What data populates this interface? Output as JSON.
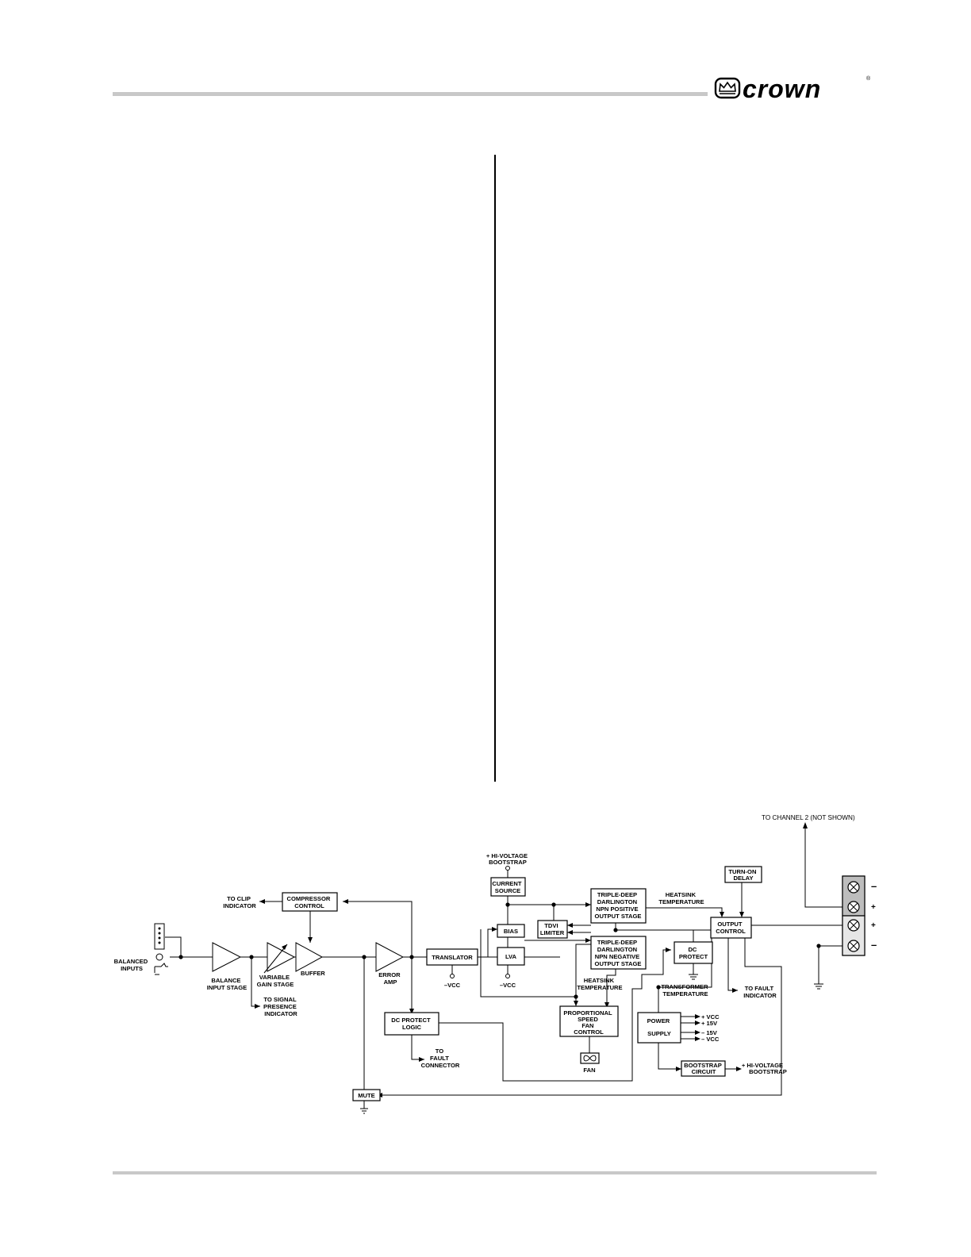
{
  "header": {
    "brand": "crown",
    "registered_mark": "®"
  },
  "diagram": {
    "to_channel2": "TO CHANNEL 2 (NOT SHOWN)",
    "hv_bootstrap_top": [
      "+ HI-VOLTAGE",
      "BOOTSTRAP"
    ],
    "current_source": [
      "CURRENT",
      "SOURCE"
    ],
    "compressor_control": [
      "COMPRESSOR",
      "CONTROL"
    ],
    "to_clip_indicator": [
      "TO CLIP",
      "INDICATOR"
    ],
    "balanced_inputs": [
      "BALANCED",
      "INPUTS"
    ],
    "balance_input_stage": [
      "BALANCE",
      "INPUT STAGE"
    ],
    "variable_gain_stage": [
      "VARIABLE",
      "GAIN STAGE"
    ],
    "buffer": "BUFFER",
    "to_signal_presence": [
      "TO SIGNAL",
      "PRESENCE",
      "INDICATOR"
    ],
    "error_amp": [
      "ERROR",
      "AMP"
    ],
    "translator": "TRANSLATOR",
    "minus_vcc": "–VCC",
    "bias": "BIAS",
    "lva": "LVA",
    "tdvi_limiter": [
      "TDVI",
      "LIMITER"
    ],
    "npn_positive": [
      "TRIPLE-DEEP",
      "DARLINGTON",
      "NPN POSITIVE",
      "OUTPUT STAGE"
    ],
    "npn_negative": [
      "TRIPLE-DEEP",
      "DARLINGTON",
      "NPN NEGATIVE",
      "OUTPUT STAGE"
    ],
    "heatsink_temp_top": [
      "HEATSINK",
      "TEMPERATURE"
    ],
    "heatsink_temp_bottom": [
      "HEATSINK",
      "TEMPERATURE"
    ],
    "turn_on_delay": [
      "TURN-ON",
      "DELAY"
    ],
    "output_control": [
      "OUTPUT",
      "CONTROL"
    ],
    "dc_protect": [
      "DC",
      "PROTECT"
    ],
    "transformer_temp": [
      "TRANSFORMER",
      "TEMPERATURE"
    ],
    "to_fault_indicator": [
      "TO FAULT",
      "INDICATOR"
    ],
    "dc_protect_logic": [
      "DC PROTECT",
      "LOGIC"
    ],
    "to_fault_connector": [
      "TO",
      "FAULT",
      "CONNECTOR"
    ],
    "fan_control": [
      "PROPORTIONAL",
      "SPEED",
      "FAN",
      "CONTROL"
    ],
    "fan": "FAN",
    "power_supply": [
      "POWER",
      "SUPPLY"
    ],
    "supply_outputs": [
      "+ VCC",
      "+ 15V",
      "– 15V",
      "– VCC"
    ],
    "bootstrap_circuit": [
      "BOOTSTRAP",
      "CIRCUIT"
    ],
    "hv_bootstrap_out": [
      "+ HI-VOLTAGE",
      "BOOTSTRAP"
    ],
    "mute": "MUTE",
    "terminal_signs": [
      "–",
      "+",
      "+",
      "–"
    ]
  }
}
